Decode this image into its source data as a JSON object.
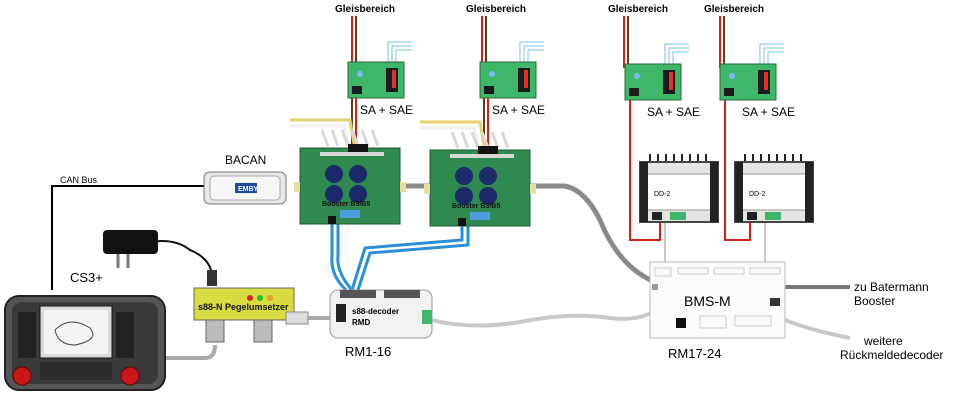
{
  "gleisbereich": [
    "Gleisbereich",
    "Gleisbereich",
    "Gleisbereich",
    "Gleisbereich"
  ],
  "sa_sae": [
    "SA + SAE",
    "SA + SAE",
    "SA + SAE",
    "SA + SAE"
  ],
  "bacan": "BACAN",
  "bacan_brand": "EMBY",
  "can_bus": "CAN Bus",
  "cs3": "CS3+",
  "booster": [
    "Booster B3/B5",
    "Booster B3/B5"
  ],
  "pegel": "s88-N Pegelumsetzer",
  "s88_decoder": "s88-decoder",
  "rmd": "RMD",
  "rm1_16": "RM1-16",
  "bms": "BMS-M",
  "rm17_24": "RM17-24",
  "dd2": [
    "DD-2",
    "DD-2"
  ],
  "batermann": "zu Batermann",
  "batermann2": "Booster",
  "weitere": "weitere",
  "rueckmelde": "Rückmeldedecoder",
  "colors": {
    "pcb": "#2e8a4e",
    "pcb_light": "#3fb768",
    "cable_gray": "#8a8a8a",
    "cable_blue": "#2a8fd8",
    "wire_red": "#d02020"
  }
}
